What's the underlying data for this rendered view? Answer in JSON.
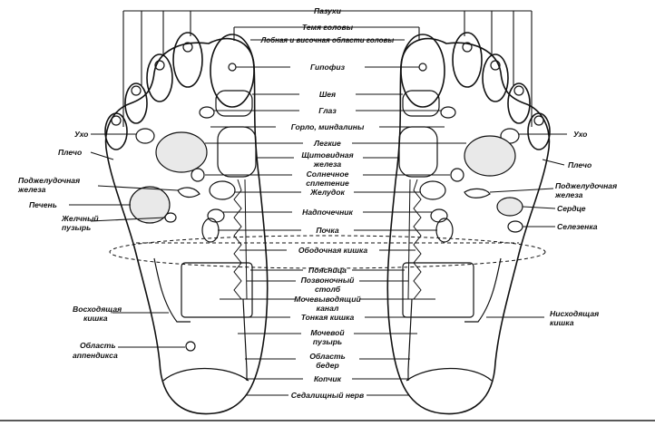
{
  "labels": {
    "armpit": "Пазухи",
    "crown": "Темя головы",
    "forehead": "Лобная и височная области головы",
    "pituitary": "Гипофиз",
    "neck": "Шея",
    "eye": "Глаз",
    "throat": "Горло, миндалины",
    "ear_left": "Ухо",
    "ear_right": "Ухо",
    "lungs": "Легкие",
    "shoulder_left": "Плечо",
    "shoulder_right": "Плечо",
    "thyroid_1": "Щитовидная",
    "thyroid_2": "железа",
    "solar_1": "Солнечное",
    "solar_2": "сплетение",
    "pancreas_left_1": "Поджелудочная",
    "pancreas_left_2": "железа",
    "pancreas_right_1": "Поджелудочная",
    "pancreas_right_2": "железа",
    "stomach": "Желудок",
    "liver": "Печень",
    "heart": "Сердце",
    "gall_1": "Желчный",
    "gall_2": "пузырь",
    "adrenal": "Надпочечник",
    "spleen": "Селезенка",
    "kidney": "Почка",
    "colon": "Ободочная кишка",
    "lumbar": "Поясница",
    "spine_1": "Позвоночный",
    "spine_2": "столб",
    "ascending_1": "Восходящая",
    "ascending_2": "кишка",
    "descending_1": "Нисходящая",
    "descending_2": "кишка",
    "ureter_1": "Мочевыводящий",
    "ureter_2": "канал",
    "small_intestine": "Тонкая кишка",
    "bladder_1": "Мочевой",
    "bladder_2": "пузырь",
    "appendix_1": "Область",
    "appendix_2": "аппендикса",
    "hips_1": "Область",
    "hips_2": "бедер",
    "coccyx": "Копчик",
    "sciatic": "Седалищный нерв"
  }
}
